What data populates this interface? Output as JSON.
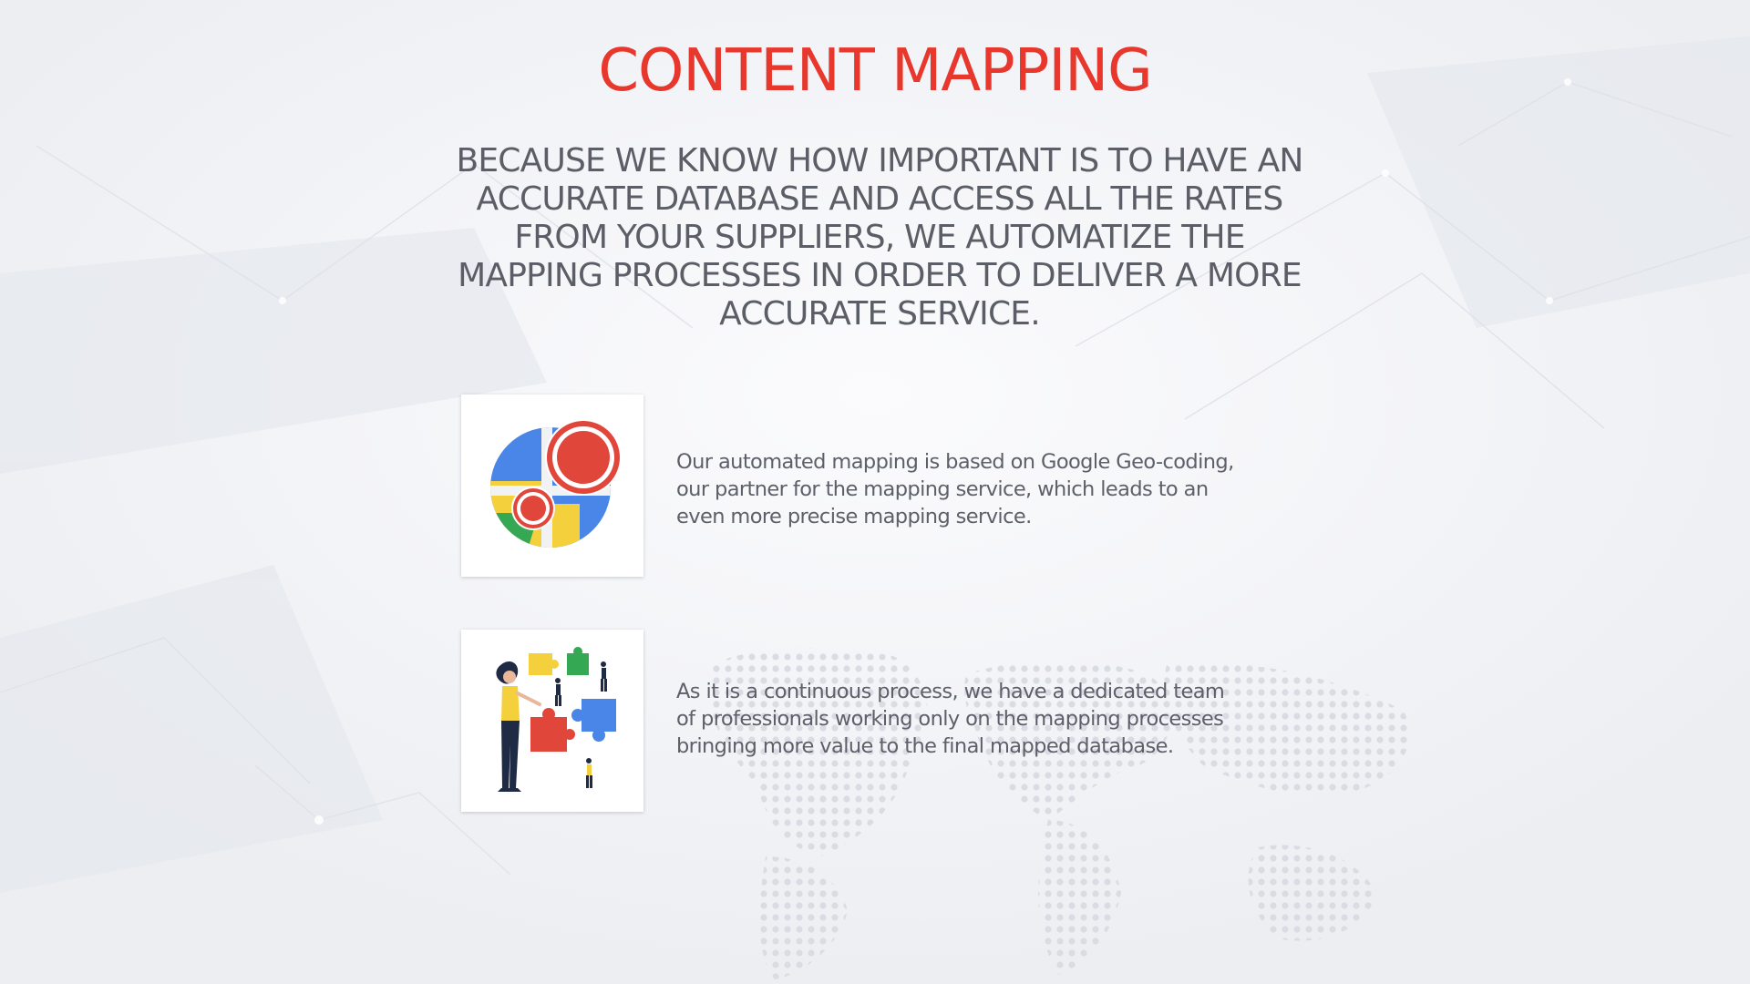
{
  "page": {
    "title": "CONTENT MAPPING",
    "intro": "BECAUSE WE KNOW HOW IMPORTANT IS TO HAVE AN\nACCURATE DATABASE AND ACCESS ALL THE RATES\nFROM YOUR SUPPLIERS,  WE AUTOMATIZE THE\nMAPPING PROCESSES IN ORDER TO DELIVER A MORE\nACCURATE SERVICE."
  },
  "features": [
    {
      "icon": "map-pin-icon",
      "text": "Our automated mapping is based on Google Geo-coding,\nour partner for the mapping service, which leads to an\neven more precise mapping service."
    },
    {
      "icon": "team-puzzle-icon",
      "text": "As it is a continuous process, we have a dedicated team\nof professionals working only on the mapping processes\nbringing more value to the final mapped database."
    }
  ],
  "colors": {
    "title": "#e8372c",
    "body_text": "#5b5e66",
    "background": "#f3f4f7",
    "map_blue": "#4a86e8",
    "map_yellow": "#f5d03d",
    "map_green": "#34a853",
    "map_red": "#e1463a"
  }
}
